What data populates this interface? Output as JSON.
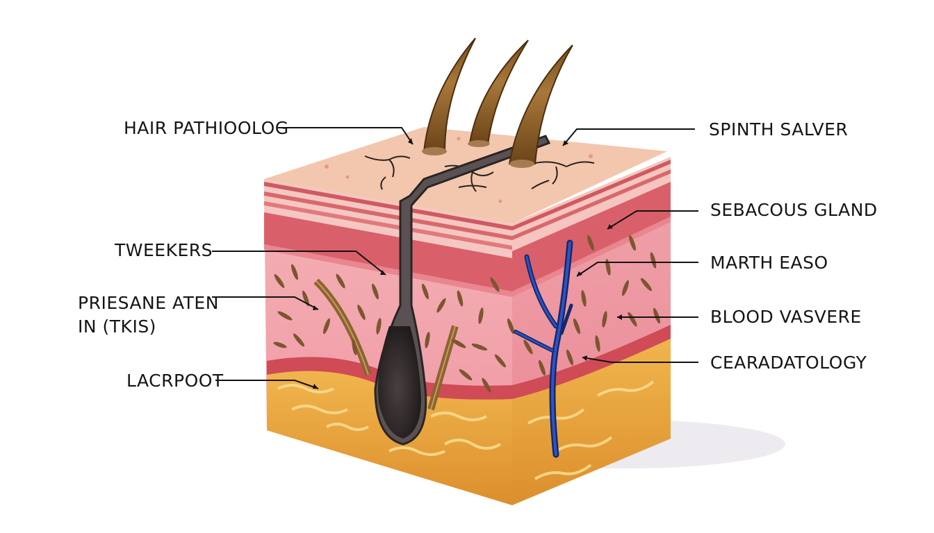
{
  "labels": {
    "hair_pathology": "HAIR PATHIOOLOG",
    "tweekers": "TWEEKERS",
    "priesane": "PRIESANE ATEN\nIN (TKIS)",
    "lacrpoot": "LACRPOOT",
    "spinth_salver": "SPINTH SALVER",
    "sebacous_gland": "SEBACOUS GLAND",
    "marth_easo": "MARTH EASO",
    "blood_vasvere": "BLOOD VASVERE",
    "cearadatology": "CEARADATOLOGY"
  },
  "colors": {
    "surface": "#f1c7ae",
    "epidermis_stripe_dark": "#c9565b",
    "epidermis_stripe_light": "#f6c7c2",
    "dermis": "#ef9ea7",
    "dermis_deep": "#d95763",
    "fat_layer": "#e9a63c",
    "fat_light": "#f6d07a",
    "follicle": "#2e2828",
    "hair_shaft": "#8a5a22",
    "blood_vessel": "#1f3f9a",
    "cell_mark": "#7b5630",
    "leader_line": "#111111"
  }
}
